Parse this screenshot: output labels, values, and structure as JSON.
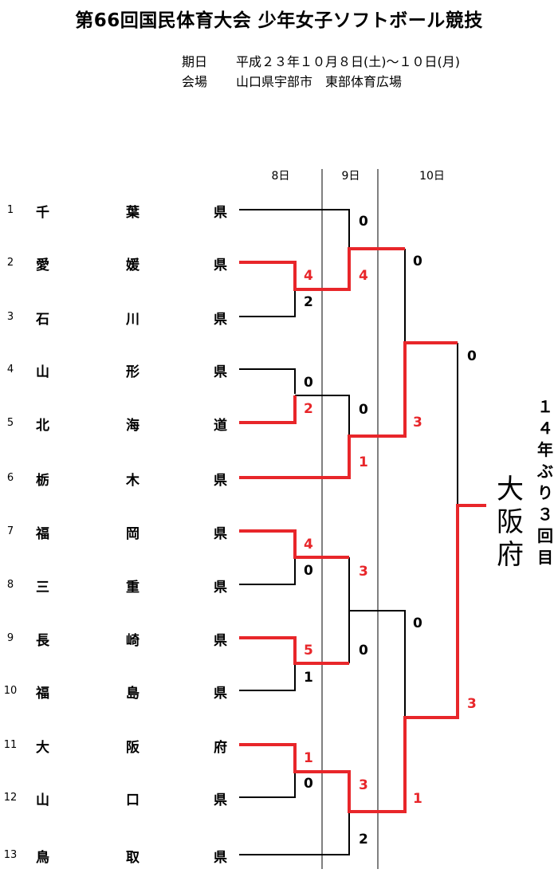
{
  "title": "第66回国民体育大会  少年女子ソフトボール競技",
  "info": {
    "date_label": "期日",
    "date_value": "平成２３年１０月８日(土)～１０日(月)",
    "venue_label": "会場",
    "venue_value": "山口県宇部市　東部体育広場"
  },
  "days": [
    "8日",
    "9日",
    "10日"
  ],
  "teams": [
    {
      "no": "1",
      "chars": [
        "千",
        "葉",
        "県"
      ]
    },
    {
      "no": "2",
      "chars": [
        "愛",
        "媛",
        "県"
      ]
    },
    {
      "no": "3",
      "chars": [
        "石",
        "川",
        "県"
      ]
    },
    {
      "no": "4",
      "chars": [
        "山",
        "形",
        "県"
      ]
    },
    {
      "no": "5",
      "chars": [
        "北",
        "海",
        "道"
      ]
    },
    {
      "no": "6",
      "chars": [
        "栃",
        "木",
        "県"
      ]
    },
    {
      "no": "7",
      "chars": [
        "福",
        "岡",
        "県"
      ]
    },
    {
      "no": "8",
      "chars": [
        "三",
        "重",
        "県"
      ]
    },
    {
      "no": "9",
      "chars": [
        "長",
        "崎",
        "県"
      ]
    },
    {
      "no": "10",
      "chars": [
        "福",
        "島",
        "県"
      ]
    },
    {
      "no": "11",
      "chars": [
        "大",
        "阪",
        "府"
      ]
    },
    {
      "no": "12",
      "chars": [
        "山",
        "口",
        "県"
      ]
    },
    {
      "no": "13",
      "chars": [
        "鳥",
        "取",
        "県"
      ]
    }
  ],
  "scores": {
    "r1_m1_top": "4",
    "r1_m1_bot": "2",
    "r1_m2_top": "0",
    "r1_m2_bot": "2",
    "r1_m3_top": "4",
    "r1_m3_bot": "0",
    "r1_m4_top": "5",
    "r1_m4_bot": "1",
    "r1_m5_top": "1",
    "r1_m5_bot": "0",
    "r2_m1_top": "0",
    "r2_m1_bot": "4",
    "r2_m2_top": "0",
    "r2_m2_bot": "1",
    "r2_m3_top": "3",
    "r2_m3_bot": "0",
    "r2_m4_top": "3",
    "r2_m4_bot": "2",
    "r3_m1_top": "0",
    "r3_m1_bot": "3",
    "r3_m2_top": "0",
    "r3_m2_bot": "1",
    "final_top": "0",
    "final_bot": "3"
  },
  "champion_note": "１４年ぶり３回目",
  "champion": "大阪府",
  "colors": {
    "win_line": "#e8262a",
    "line": "#000000"
  }
}
